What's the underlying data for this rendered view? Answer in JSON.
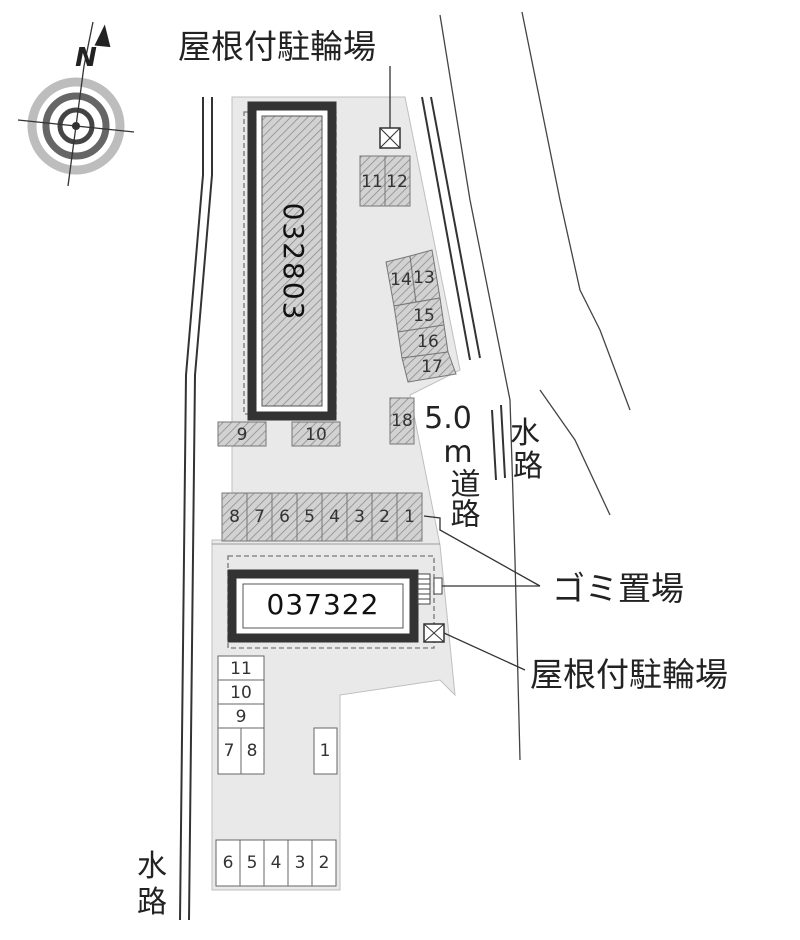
{
  "compass": {
    "north_label": "N"
  },
  "buildings": [
    {
      "id": "building-north",
      "number": "032803",
      "orientation": "vertical"
    },
    {
      "id": "building-south",
      "number": "037322",
      "orientation": "horizontal"
    }
  ],
  "callouts": {
    "bicycle_top": "屋根付駐輪場",
    "garbage": "ゴミ置場",
    "bicycle_bottom": "屋根付駐輪場"
  },
  "roads": {
    "road_width_value": "5.0",
    "road_width_unit": "m",
    "road_kind": "道路",
    "waterway_char_1": "水",
    "waterway_char_2": "路"
  },
  "parking_covered": {
    "upper_pair": [
      "11",
      "12"
    ],
    "east_stack": [
      "14",
      "13",
      "15",
      "16",
      "17"
    ],
    "single_18": "18",
    "under_building": [
      "9",
      "10"
    ],
    "row": [
      "8",
      "7",
      "6",
      "5",
      "4",
      "3",
      "2",
      "1"
    ]
  },
  "parking_open": {
    "west_stack": [
      "11",
      "10",
      "9"
    ],
    "west_pair": [
      "7",
      "8"
    ],
    "single": "1",
    "bottom_row": [
      "6",
      "5",
      "4",
      "3",
      "2"
    ]
  }
}
